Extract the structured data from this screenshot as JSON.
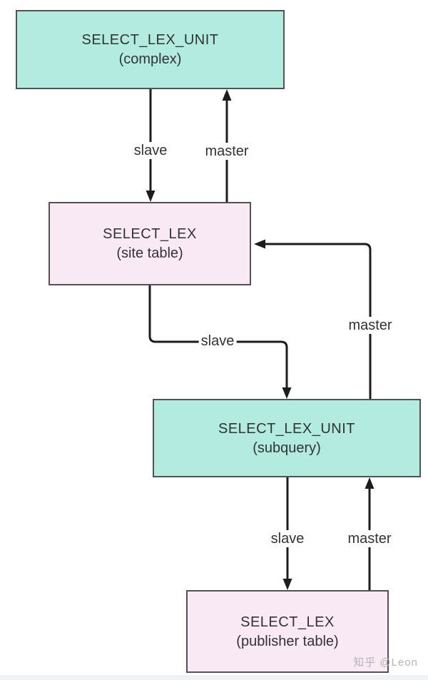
{
  "diagram": {
    "nodes": [
      {
        "id": "unit-complex",
        "title": "SELECT_LEX_UNIT",
        "subtitle": "(complex)",
        "kind": "unit"
      },
      {
        "id": "lex-site",
        "title": "SELECT_LEX",
        "subtitle": "(site table)",
        "kind": "lex"
      },
      {
        "id": "unit-subquery",
        "title": "SELECT_LEX_UNIT",
        "subtitle": "(subquery)",
        "kind": "unit"
      },
      {
        "id": "lex-publisher",
        "title": "SELECT_LEX",
        "subtitle": "(publisher table)",
        "kind": "lex"
      }
    ],
    "edges": [
      {
        "label": "slave",
        "from": "unit-complex",
        "to": "lex-site"
      },
      {
        "label": "master",
        "from": "lex-site",
        "to": "unit-complex"
      },
      {
        "label": "slave",
        "from": "lex-site",
        "to": "unit-subquery"
      },
      {
        "label": "master",
        "from": "unit-subquery",
        "to": "lex-site"
      },
      {
        "label": "slave",
        "from": "unit-subquery",
        "to": "lex-publisher"
      },
      {
        "label": "master",
        "from": "lex-publisher",
        "to": "unit-subquery"
      }
    ],
    "colors": {
      "unit_fill": "#b2ebdf",
      "lex_fill": "#faeaf6",
      "node_border": "#525252",
      "arrow": "#1c1c1c",
      "text": "#333333",
      "watermark": "#b5b5b5"
    },
    "watermark": "知乎 @Leon"
  }
}
